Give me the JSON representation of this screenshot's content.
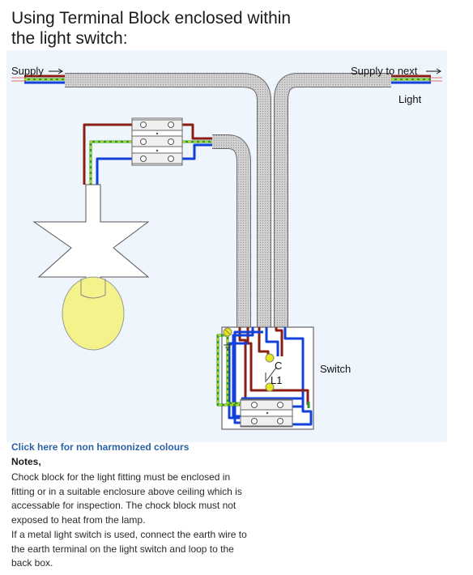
{
  "title": "Using Terminal Block enclosed within the light switch:",
  "diagram": {
    "labels": {
      "supply": "Supply",
      "supply_next": "Supply to next",
      "light": "Light",
      "switch": "Switch",
      "common": "C",
      "l1": "L1"
    },
    "colors": {
      "brown": "#8a1e14",
      "blue": "#1340d8",
      "earth_green": "#2a9a2a",
      "earth_yellow": "#e6e61e",
      "cable_grey": "#c8c8c8",
      "bulb": "#f4f28a",
      "terminal": "#f0f0f0"
    }
  },
  "link": {
    "label": "Click here for non harmonized colours"
  },
  "notes": {
    "heading": "Notes,",
    "paragraph1": "Chock block for the light fitting must be enclosed in fitting or in a suitable enclosure above ceiling which is accessable for inspection. The chock block must not exposed to heat from the lamp.",
    "paragraph2": "If a metal light switch is used, connect the earth wire to the earth terminal on the light switch and loop to the back box."
  }
}
